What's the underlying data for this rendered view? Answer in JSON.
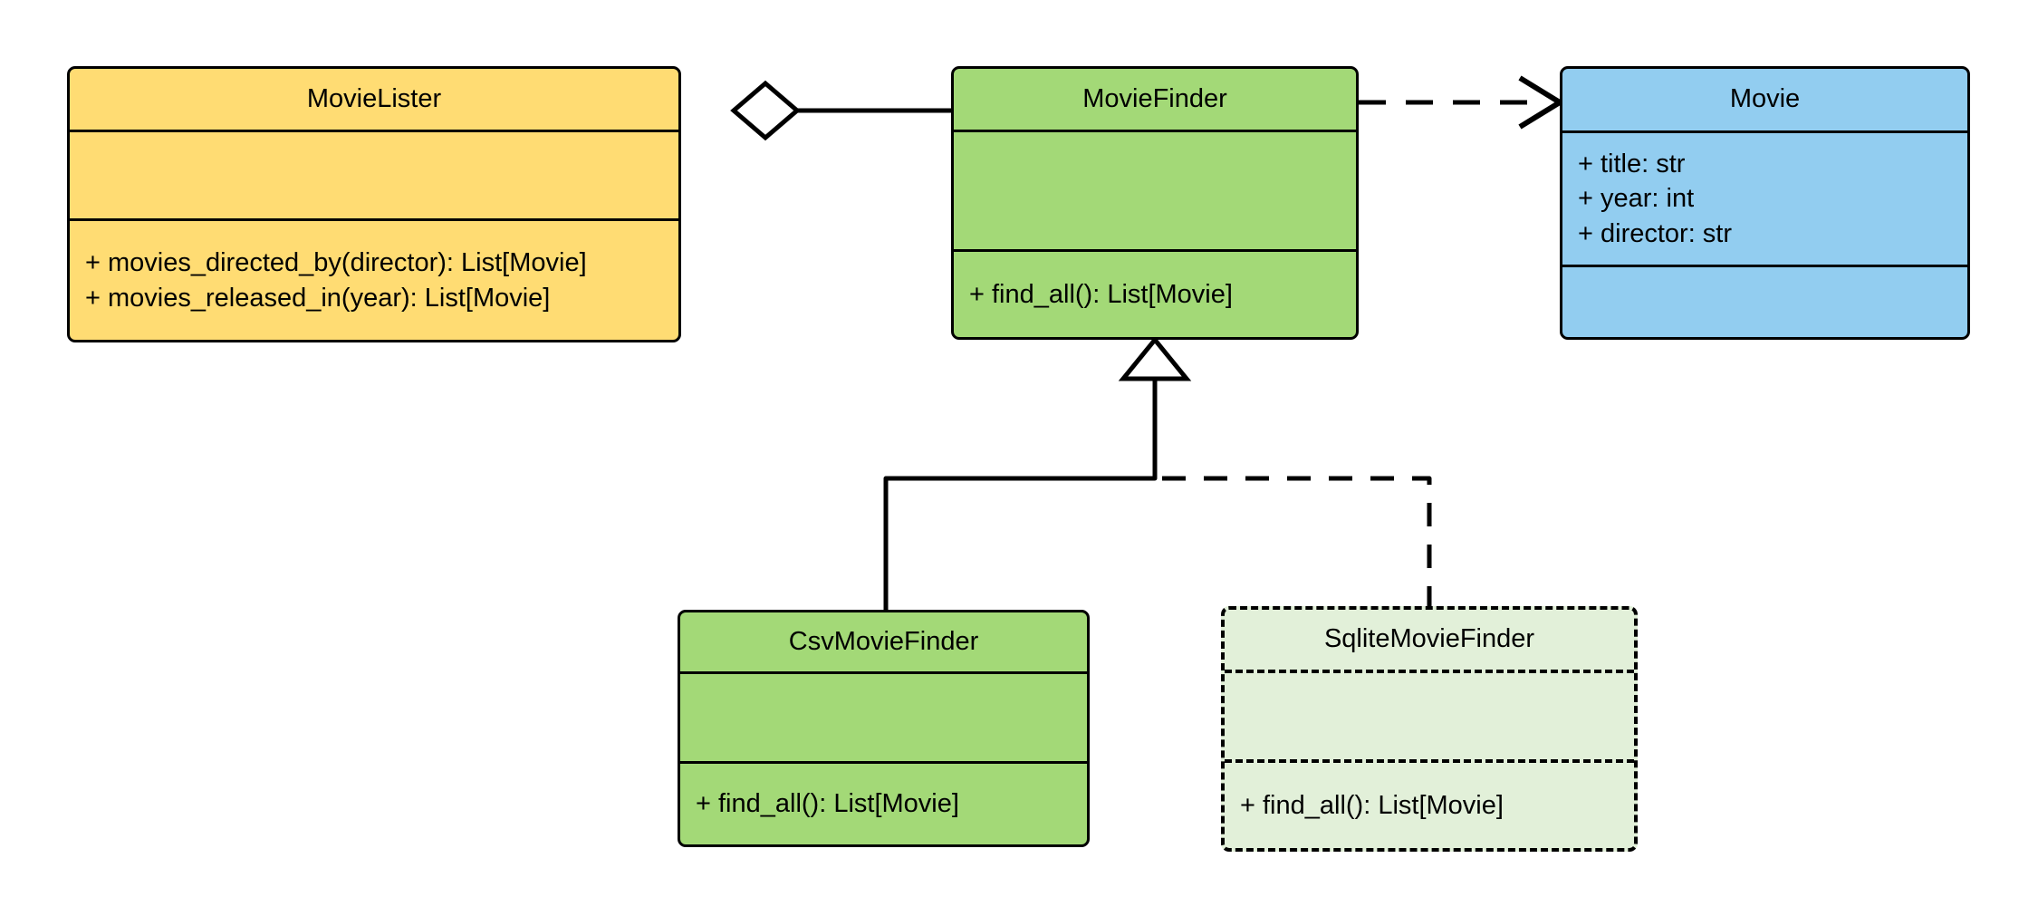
{
  "diagram": {
    "type": "uml-class-diagram",
    "background": "#ffffff",
    "line_color": "#000000"
  },
  "colors": {
    "lister_fill": "#FFDC73",
    "finder_fill": "#A3D977",
    "movie_fill": "#92CDF0",
    "planned_fill": "#E2F0D9",
    "stroke": "#000000"
  },
  "classes": {
    "movie_lister": {
      "name": "MovieLister",
      "attributes": [],
      "methods": [
        "+ movies_directed_by(director): List[Movie]",
        "+ movies_released_in(year): List[Movie]"
      ]
    },
    "movie_finder": {
      "name": "MovieFinder",
      "attributes": [],
      "methods": [
        "+ find_all(): List[Movie]"
      ]
    },
    "movie": {
      "name": "Movie",
      "attributes": [
        "+ title: str",
        "+ year: int",
        "+ director: str"
      ],
      "methods": []
    },
    "csv_movie_finder": {
      "name": "CsvMovieFinder",
      "attributes": [],
      "methods": [
        "+ find_all(): List[Movie]"
      ]
    },
    "sqlite_movie_finder": {
      "name": "SqliteMovieFinder",
      "attributes": [],
      "methods": [
        "+ find_all(): List[Movie]"
      ]
    }
  },
  "relationships": [
    {
      "id": "lister-aggregates-finder",
      "kind": "aggregation",
      "from": "MovieLister",
      "to": "MovieFinder",
      "line": "solid",
      "end_marker": "hollow-diamond"
    },
    {
      "id": "finder-depends-movie",
      "kind": "dependency",
      "from": "MovieFinder",
      "to": "Movie",
      "line": "dashed",
      "end_marker": "open-arrow"
    },
    {
      "id": "csv-inherits-finder",
      "kind": "generalization",
      "from": "CsvMovieFinder",
      "to": "MovieFinder",
      "line": "solid",
      "end_marker": "hollow-triangle"
    },
    {
      "id": "sqlite-inherits-finder",
      "kind": "generalization",
      "from": "SqliteMovieFinder",
      "to": "MovieFinder",
      "line": "dashed",
      "end_marker": "hollow-triangle"
    }
  ]
}
